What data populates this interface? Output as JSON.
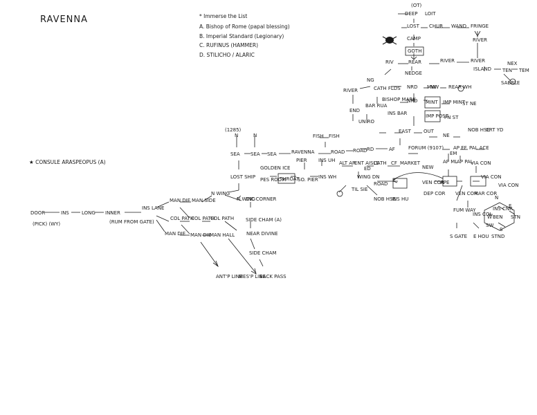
{
  "title": "RAVENNA",
  "legend": {
    "header": "* Immerse the List",
    "items": [
      "A. Bishop of Rome (papal blessing)",
      "B. Imperial Standard (Legionary)",
      "C. RUFINUS (HAMMER)",
      "D. STILICHO / ALARIC"
    ]
  },
  "side_note": "★ CONSULE ARASPEOPUS (A)",
  "nodes": {
    "door": "DOOR",
    "ins1": "INS",
    "long": "LONG",
    "inner": "INNER",
    "pick_wy": "(PICK) (WY)",
    "rum_from_gate": "(RUM FROM GATE)",
    "ins_lane": "INS LANE",
    "man_die_top": "MAN DIE",
    "man_die_bot": "MAN DIE",
    "col_path": "COL PATH",
    "man_side": "MAN SIDE",
    "col_path2": "COL PATH",
    "man_die2": "MAN DIE",
    "n_wing": "N WING",
    "col_path3": "COL PATH",
    "man_hall": "MAN HALL",
    "n_wing2": "N WING",
    "dic_corner": "DIC CORNER",
    "side_cham_a": "SIDE CHAM (A)",
    "near_divine": "NEAR DIVINE",
    "side_cham": "SIDE CHAM",
    "back_pass": "BACK PASS",
    "mes_line1": "ANT'P LINE",
    "mes_line2": "MES'P LINE",
    "lost_ship": "LOST SHIP",
    "n1": "N",
    "n2": "N",
    "yr": "(1285)",
    "sea1": "SEA",
    "sea2": "SEA",
    "sea3": "SEA",
    "ravenna": "RAVENNA",
    "road1": "ROAD",
    "road2": "ROAD",
    "rd": "RD",
    "af": "AF",
    "forum": "FORUM (9107)",
    "pes_room": "PES ROOM",
    "throat": "THROAT",
    "golden_ice": "GOLDEN ICE",
    "so_pier": "SO. PIER",
    "pier": "PIER",
    "ins_wh": "INS WH",
    "ins_uh": "INS UH",
    "alt_ar": "ALT AR",
    "ent_aisle": "ENT AISLE",
    "cath": "CATH",
    "cf": "CF",
    "market": "MARKET",
    "wing_dn": "WING DN",
    "rd_road": "ROAD",
    "till_sie": "TIL SIE",
    "nob_hse": "NOB HSE",
    "ins_hu": "INS HU",
    "fish1": "FISH",
    "fish2": "FISH",
    "ap_ml": "AP ML",
    "ap_pal": "AP PAL",
    "ape": "APE",
    "em": "EM",
    "ap_ef": "AP EF",
    "pal_ace": "PAL ACE",
    "via_con": "VIA CON",
    "via_con2": "VIA CON",
    "via_con3": "VIA CON",
    "ven_cor": "VEN COR",
    "dep_cor": "DEP COR",
    "ven_cor2": "VEN COR",
    "mar_cor": "MAR COR",
    "fum_way": "FUM WAY",
    "ins_col": "INS COL",
    "sate": "S GATE",
    "e_hou": "E HOU",
    "nob_hse2": "NOB HSE",
    "crt_yd": "CRT YD",
    "ne": "NE",
    "out": "OUT",
    "nrd": "NRD",
    "nrd2": "NRD",
    "gate_east": "EAST",
    "nw": "NW",
    "imp_mint": "IMP MINT",
    "mint": "MINT",
    "imp_post": "IMP POST",
    "st_ne": "ST NE",
    "pn_st": "PN ST",
    "bishop_mark": "BISHOP MARK",
    "ins_bar": "INS BAR",
    "bar_rua": "BAR RUA",
    "cath_flds": "CATH FLDS",
    "end": "END",
    "un_ro": "UN RO",
    "river1": "RIVER",
    "ng": "NG",
    "nedge": "NEDGE",
    "riv": "RIV",
    "rear": "REAR",
    "river2": "RIVER",
    "river3": "RIVER",
    "island": "ISLAND",
    "ten": "TEN",
    "tem": "TEM",
    "nex": "NEX",
    "goth": "GOTH",
    "camp": "CAMP",
    "lost": "LOST",
    "deep": "DEEP",
    "loit": "LOIT",
    "chur": "CHUR",
    "wand": "WAND",
    "fringe": "FRINGE",
    "river_top": "RIVER",
    "rear_wh": "REAR WH",
    "mw": "MW",
    "ot": "(OT)",
    "e": "E",
    "n3": "N",
    "w": "W",
    "s": "S",
    "sw": "SW",
    "stnd": "STND",
    "ins_cnr": "INS CNR",
    "ed": "ED",
    "sabble": "SABBLE",
    "new": "NEW",
    "ben": "BEN",
    "stn": "STN"
  }
}
